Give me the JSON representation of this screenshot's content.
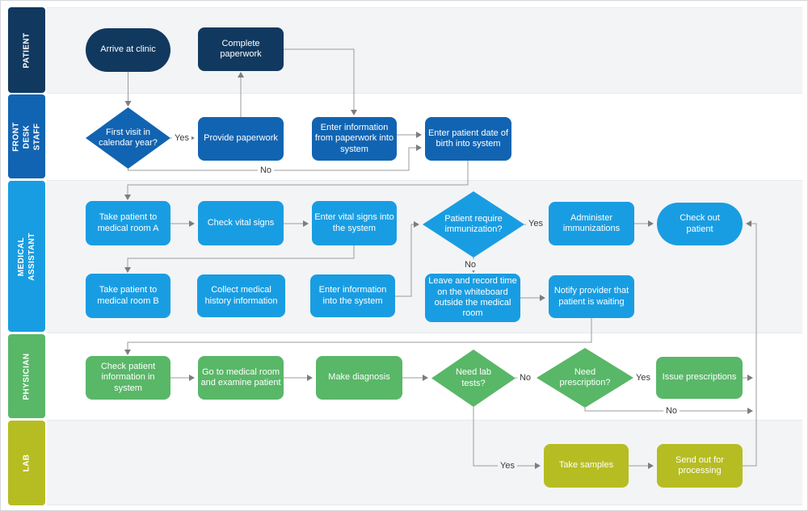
{
  "diagram": {
    "kind": "swimlane-flowchart",
    "subject": "Patient visit clinic workflow"
  },
  "palette": {
    "patient": "#11395f",
    "front_desk": "#1164b2",
    "medical_assistant": "#199de2",
    "physician": "#59b768",
    "lab": "#b6bd22",
    "connector": "#9b9b9b",
    "row_shaded": "#f3f4f6",
    "row_plain": "#ffffff"
  },
  "lanes": {
    "patient": {
      "label": "PATIENT"
    },
    "front_desk": {
      "label": "FRONT\nDESK STAFF"
    },
    "medical_assistant": {
      "label": "MEDICAL ASSISTANT"
    },
    "physician": {
      "label": "PHYSICIAN"
    },
    "lab": {
      "label": "LAB"
    }
  },
  "nodes": {
    "arrive": {
      "label": "Arrive at clinic",
      "lane": "patient",
      "shape": "terminator"
    },
    "complete_paperwork": {
      "label": "Complete paperwork",
      "lane": "patient",
      "shape": "process"
    },
    "first_visit": {
      "label": "First visit in calendar year?",
      "lane": "front_desk",
      "shape": "decision"
    },
    "provide_paperwork": {
      "label": "Provide paperwork",
      "lane": "front_desk",
      "shape": "process"
    },
    "enter_info_paperwork": {
      "label": "Enter information from paperwork into system",
      "lane": "front_desk",
      "shape": "process"
    },
    "enter_dob": {
      "label": "Enter patient date of birth into system",
      "lane": "front_desk",
      "shape": "process"
    },
    "take_room_a": {
      "label": "Take patient to medical room A",
      "lane": "medical_assistant",
      "shape": "process"
    },
    "check_vitals": {
      "label": "Check vital signs",
      "lane": "medical_assistant",
      "shape": "process"
    },
    "enter_vitals": {
      "label": "Enter vital signs into the system",
      "lane": "medical_assistant",
      "shape": "process"
    },
    "require_immunization": {
      "label": "Patient require immunization?",
      "lane": "medical_assistant",
      "shape": "decision"
    },
    "administer_immunizations": {
      "label": "Administer immunizations",
      "lane": "medical_assistant",
      "shape": "process"
    },
    "check_out": {
      "label": "Check out patient",
      "lane": "medical_assistant",
      "shape": "terminator"
    },
    "take_room_b": {
      "label": "Take patient to medical room B",
      "lane": "medical_assistant",
      "shape": "process"
    },
    "collect_history": {
      "label": "Collect medical history information",
      "lane": "medical_assistant",
      "shape": "process"
    },
    "enter_information": {
      "label": "Enter information into the system",
      "lane": "medical_assistant",
      "shape": "process"
    },
    "leave_record": {
      "label": "Leave and record time on the whiteboard outside the medical room",
      "lane": "medical_assistant",
      "shape": "process"
    },
    "notify_provider": {
      "label": "Notify provider that patient is waiting",
      "lane": "medical_assistant",
      "shape": "process"
    },
    "check_patient_info": {
      "label": "Check patient information in system",
      "lane": "physician",
      "shape": "process"
    },
    "go_to_room": {
      "label": "Go to medical room and examine patient",
      "lane": "physician",
      "shape": "process"
    },
    "make_diagnosis": {
      "label": "Make diagnosis",
      "lane": "physician",
      "shape": "process"
    },
    "need_lab_tests": {
      "label": "Need lab tests?",
      "lane": "physician",
      "shape": "decision"
    },
    "need_prescription": {
      "label": "Need prescription?",
      "lane": "physician",
      "shape": "decision"
    },
    "issue_prescriptions": {
      "label": "Issue prescriptions",
      "lane": "physician",
      "shape": "process"
    },
    "take_samples": {
      "label": "Take samples",
      "lane": "lab",
      "shape": "process"
    },
    "send_out": {
      "label": "Send out for processing",
      "lane": "lab",
      "shape": "process"
    }
  },
  "edges": [
    {
      "from": "arrive",
      "to": "first_visit"
    },
    {
      "from": "first_visit",
      "to": "provide_paperwork",
      "label": "Yes"
    },
    {
      "from": "provide_paperwork",
      "to": "complete_paperwork"
    },
    {
      "from": "complete_paperwork",
      "to": "enter_info_paperwork"
    },
    {
      "from": "enter_info_paperwork",
      "to": "enter_dob"
    },
    {
      "from": "first_visit",
      "to": "enter_dob",
      "label": "No"
    },
    {
      "from": "enter_dob",
      "to": "take_room_a"
    },
    {
      "from": "take_room_a",
      "to": "check_vitals"
    },
    {
      "from": "check_vitals",
      "to": "enter_vitals"
    },
    {
      "from": "enter_vitals",
      "to": "take_room_b"
    },
    {
      "from": "enter_information",
      "to": "require_immunization"
    },
    {
      "from": "require_immunization",
      "to": "administer_immunizations",
      "label": "Yes"
    },
    {
      "from": "administer_immunizations",
      "to": "check_out"
    },
    {
      "from": "require_immunization",
      "to": "leave_record",
      "label": "No"
    },
    {
      "from": "leave_record",
      "to": "notify_provider"
    },
    {
      "from": "notify_provider",
      "to": "check_patient_info"
    },
    {
      "from": "check_patient_info",
      "to": "go_to_room"
    },
    {
      "from": "go_to_room",
      "to": "make_diagnosis"
    },
    {
      "from": "make_diagnosis",
      "to": "need_lab_tests"
    },
    {
      "from": "need_lab_tests",
      "to": "need_prescription",
      "label": "No"
    },
    {
      "from": "need_prescription",
      "to": "issue_prescriptions",
      "label": "Yes"
    },
    {
      "from": "issue_prescriptions",
      "to": "check_out"
    },
    {
      "from": "need_prescription",
      "to": "check_out",
      "label": "No"
    },
    {
      "from": "need_lab_tests",
      "to": "take_samples",
      "label": "Yes"
    },
    {
      "from": "take_samples",
      "to": "send_out"
    },
    {
      "from": "send_out",
      "to": "check_out"
    }
  ]
}
